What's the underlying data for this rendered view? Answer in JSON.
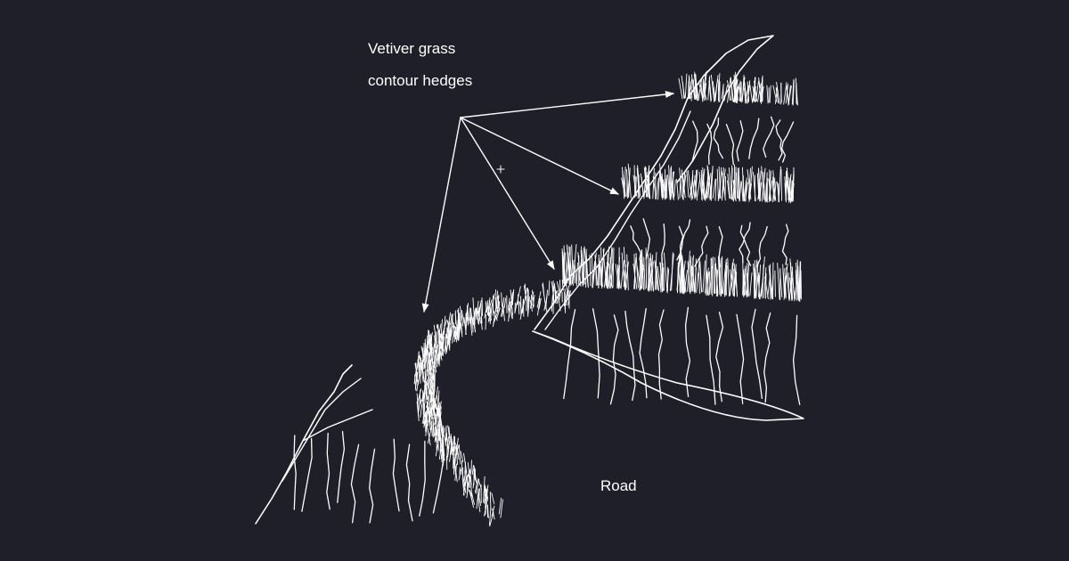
{
  "labels": {
    "hedges_line1": "Vetiver grass",
    "hedges_line2": "contour hedges",
    "road": "Road"
  },
  "colors": {
    "background": "#1e1f28",
    "ink": "#ffffff"
  },
  "callout_count": 4,
  "hedge_count": 4
}
